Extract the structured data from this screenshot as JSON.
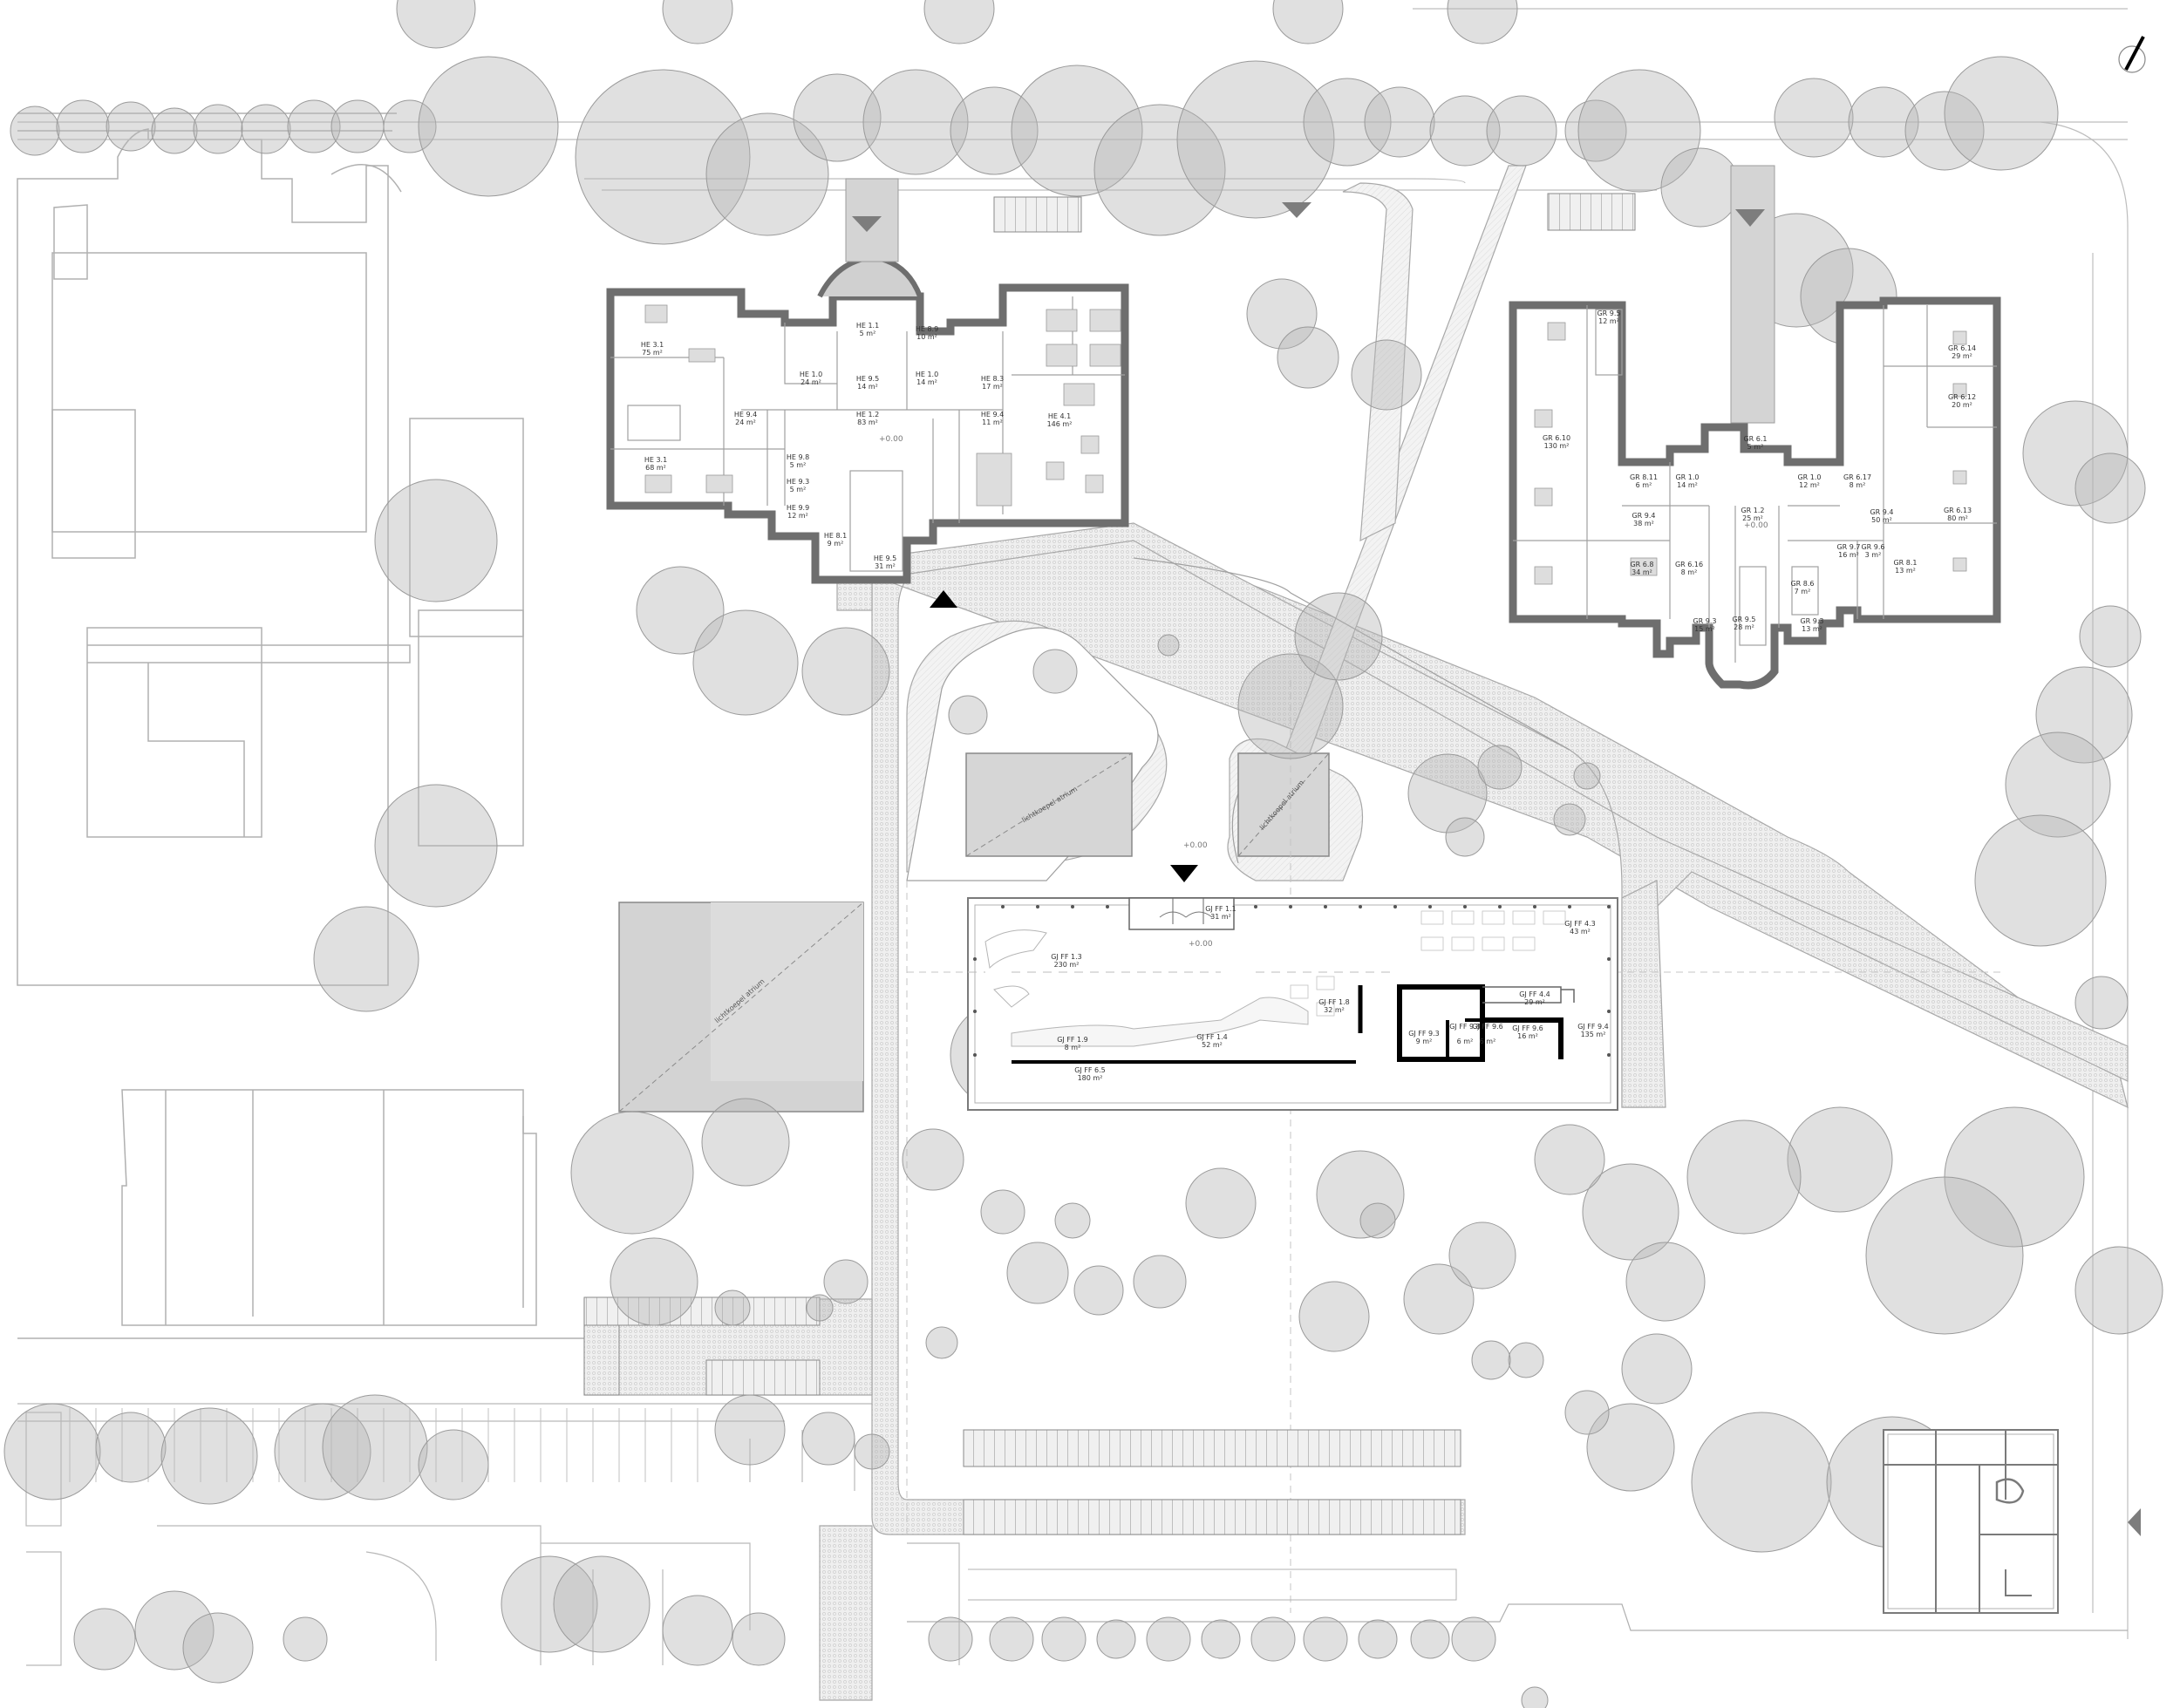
{
  "colors": {
    "tree_fill": "#b8b8b8",
    "wall": "#6e6e6e",
    "paving": "#ececec",
    "line": "#9a9a9a",
    "dark": "#000000"
  },
  "level_marks": {
    "north_building": "+0.00",
    "east_building": "+0.00",
    "courtyard": "+0.00",
    "pavilion": "+0.00"
  },
  "diagonal_labels": {
    "skylight_1": "lichtkoepel atrium",
    "skylight_2": "lichtkoepel atrium",
    "skylight_3": "lichtkoepel atrium"
  },
  "rooms": [
    {
      "id": "HE 3.1",
      "area": "75 m²"
    },
    {
      "id": "HE 3.1",
      "area": "68 m²"
    },
    {
      "id": "HE 9.4",
      "area": "24 m²"
    },
    {
      "id": "HE 1.0",
      "area": "24 m²"
    },
    {
      "id": "HE 9.5",
      "area": "14 m²"
    },
    {
      "id": "HE 1.2",
      "area": "83 m²"
    },
    {
      "id": "HE 1.1",
      "area": "5 m²"
    },
    {
      "id": "HE 8.9",
      "area": "10 m²"
    },
    {
      "id": "HE 1.0",
      "area": "14 m²"
    },
    {
      "id": "HE 8.3",
      "area": "17 m²"
    },
    {
      "id": "HE 9.4",
      "area": "11 m²"
    },
    {
      "id": "HE 4.1",
      "area": "146 m²"
    },
    {
      "id": "HE 9.3",
      "area": "5 m²"
    },
    {
      "id": "HE 9.9",
      "area": "12 m²"
    },
    {
      "id": "HE 8.1",
      "area": "9 m²"
    },
    {
      "id": "HE 9.5",
      "area": "31 m²"
    },
    {
      "id": "HE 9.8",
      "area": "5 m²"
    },
    {
      "id": "GR 9.5",
      "area": "12 m²"
    },
    {
      "id": "GR 6.10",
      "area": "130 m²"
    },
    {
      "id": "GR 6.14",
      "area": "29 m²"
    },
    {
      "id": "GR 6.12",
      "area": "20 m²"
    },
    {
      "id": "GR 6.13",
      "area": "80 m²"
    },
    {
      "id": "GR 8.11",
      "area": "6 m²"
    },
    {
      "id": "GR 1.0",
      "area": "14 m²"
    },
    {
      "id": "GR 1.0",
      "area": "12 m²"
    },
    {
      "id": "GR 1.2",
      "area": "25 m²"
    },
    {
      "id": "GR 6.17",
      "area": "8 m²"
    },
    {
      "id": "GR 9.4",
      "area": "38 m²"
    },
    {
      "id": "GR 6.16",
      "area": "8 m²"
    },
    {
      "id": "GR 6.8",
      "area": "34 m²"
    },
    {
      "id": "GR 9.4",
      "area": "50 m²"
    },
    {
      "id": "GR 9.7",
      "area": "16 m²"
    },
    {
      "id": "GR 9.6",
      "area": "3 m²"
    },
    {
      "id": "GR 8.1",
      "area": "13 m²"
    },
    {
      "id": "GR 9.3",
      "area": "15 m²"
    },
    {
      "id": "GR 9.5",
      "area": "28 m²"
    },
    {
      "id": "GR 8.6",
      "area": "7 m²"
    },
    {
      "id": "GR 9.3",
      "area": "13 m²"
    },
    {
      "id": "GR 6.1",
      "area": "5 m²"
    },
    {
      "id": "GJ FF 1.1",
      "area": "31 m²"
    },
    {
      "id": "GJ FF 4.3",
      "area": "43 m²"
    },
    {
      "id": "GJ FF 1.3",
      "area": "230 m²"
    },
    {
      "id": "GJ FF 1.8",
      "area": "32 m²"
    },
    {
      "id": "GJ FF 4.4",
      "area": "29 m²"
    },
    {
      "id": "GJ FF 1.9",
      "area": "8 m²"
    },
    {
      "id": "GJ FF 1.4",
      "area": "52 m²"
    },
    {
      "id": "GJ FF 9.3",
      "area": "9 m²"
    },
    {
      "id": "GJ FF 9.8",
      "area": "6 m²"
    },
    {
      "id": "GJ FF 9.6",
      "area": "6 m²"
    },
    {
      "id": "GJ FF 9.6",
      "area": "16 m²"
    },
    {
      "id": "GJ FF 9.4",
      "area": "135 m²"
    },
    {
      "id": "GJ FF 6.5",
      "area": "180 m²"
    }
  ]
}
